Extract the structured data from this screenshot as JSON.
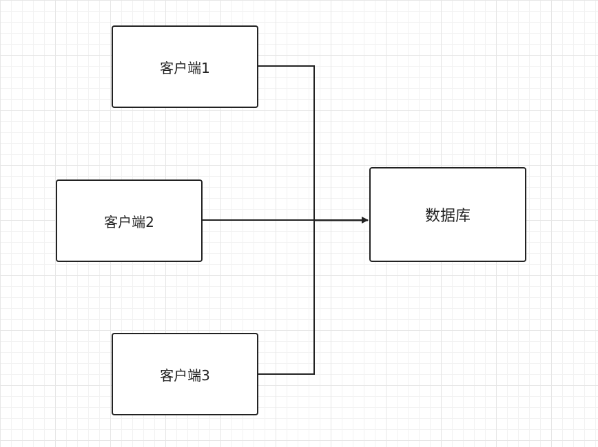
{
  "diagram": {
    "nodes": {
      "client1": {
        "label": "客户端1"
      },
      "client2": {
        "label": "客户端2"
      },
      "client3": {
        "label": "客户端3"
      },
      "database": {
        "label": "数据库"
      }
    },
    "edges": [
      {
        "from": "client1",
        "to": "database"
      },
      {
        "from": "client2",
        "to": "database"
      },
      {
        "from": "client3",
        "to": "database"
      }
    ],
    "colors": {
      "stroke": "#222222",
      "grid_major": "#e6e6e6",
      "grid_minor": "#f2f2f2",
      "background": "#ffffff"
    }
  }
}
